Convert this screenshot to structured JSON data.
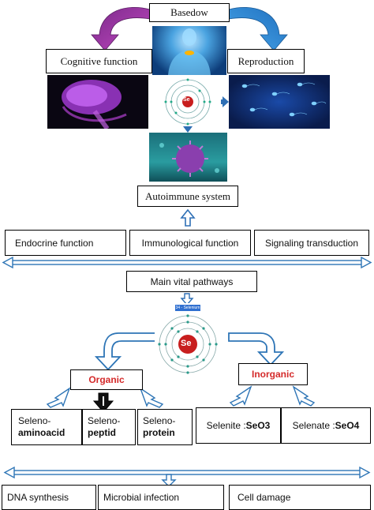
{
  "top": {
    "basedow": "Basedow",
    "cognitive": "Cognitive function",
    "reproduction": "Reproduction",
    "atom_symbol": "Se",
    "autoimmune": "Autoimmune system"
  },
  "functions": {
    "endocrine": "Endocrine function",
    "immunological": "Immunological function",
    "signaling": "Signaling transduction"
  },
  "main_pathways": "Main vital pathways",
  "selenium_atom": {
    "header": "34 - Selenium",
    "symbol": "Se"
  },
  "organic": {
    "label": "Organic",
    "aminoacid_line1": "Seleno-",
    "aminoacid_line2": "aminoacid",
    "peptid_line1": "Seleno-",
    "peptid_line2": "peptid",
    "protein_line1": "Seleno-",
    "protein_line2": "protein"
  },
  "inorganic": {
    "label": "Inorganic",
    "selenite_prefix": "Selenite :",
    "selenite_formula": "SeO3",
    "selenate_prefix": "Selenate :",
    "selenate_formula": "SeO4"
  },
  "effects": {
    "dna": "DNA synthesis",
    "microbial": "Microbial infection",
    "cell": "Cell damage"
  },
  "colors": {
    "arrow_blue": "#2e75b6",
    "arrow_purple": "#a23fa8",
    "arrow_lightblue": "#2f8fd6",
    "organic_red": "#d42a2a"
  }
}
